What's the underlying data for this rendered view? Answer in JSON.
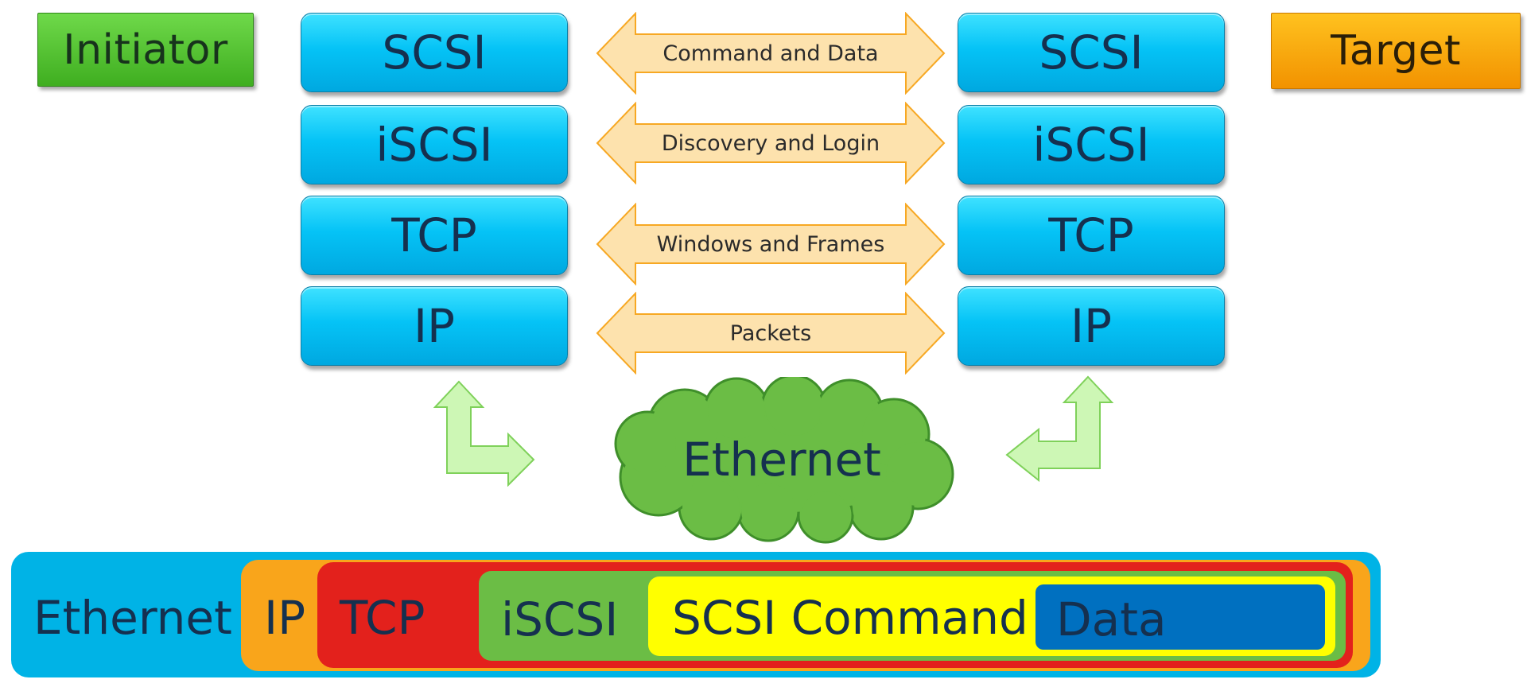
{
  "roles": {
    "initiator": "Initiator",
    "target": "Target"
  },
  "initiator_stack": [
    "SCSI",
    "iSCSI",
    "TCP",
    "IP"
  ],
  "target_stack": [
    "SCSI",
    "iSCSI",
    "TCP",
    "IP"
  ],
  "arrows": [
    "Command and Data",
    "Discovery and Login",
    "Windows and Frames",
    "Packets"
  ],
  "network": {
    "cloud_label": "Ethernet"
  },
  "encapsulation": {
    "ethernet": "Ethernet",
    "ip": "IP",
    "tcp": "TCP",
    "iscsi": "iSCSI",
    "scsi_command": "SCSI Command",
    "data": "Data"
  },
  "colors": {
    "initiator": "#3fae20",
    "target": "#f29200",
    "layer": "#05c3f6",
    "arrow_fill": "#fde2ad",
    "arrow_stroke": "#f7a823",
    "cloud": "#6bbd45",
    "ethernet_frame": "#00b3e6",
    "ip_frame": "#f9a51b",
    "tcp_frame": "#e3211c",
    "iscsi_frame": "#6bbd45",
    "scsi_frame": "#ffff00",
    "data_frame": "#0070c0"
  }
}
